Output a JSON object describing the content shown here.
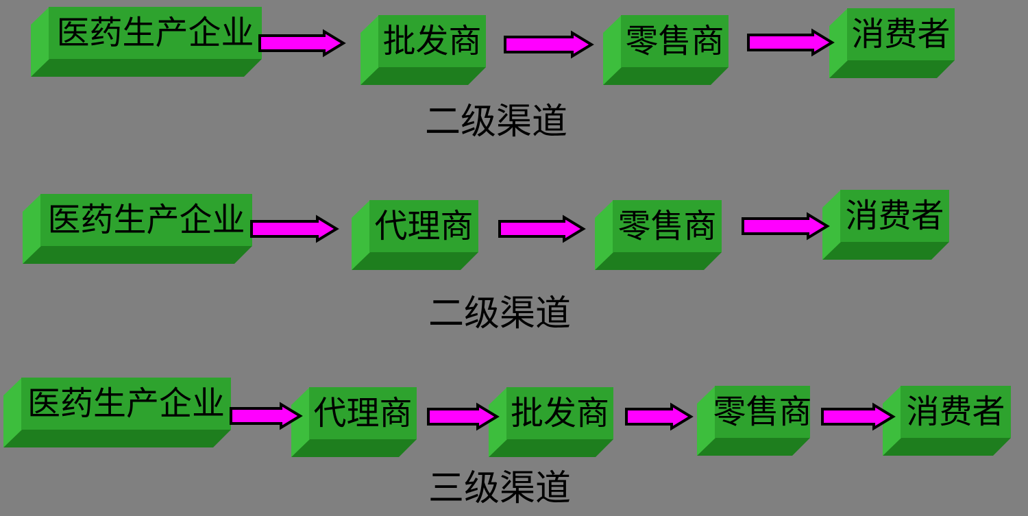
{
  "background_color": "#808080",
  "colors": {
    "box_front": "#2EA32E",
    "box_left": "#3DBE3D",
    "box_bottom": "#1E7E1E",
    "arrow_fill": "#FF00FF",
    "arrow_outline": "#000000",
    "text": "#000000"
  },
  "diagram": {
    "rows": [
      {
        "label": "二级渠道",
        "nodes": [
          "医药生产企业",
          "批发商",
          "零售商",
          "消费者"
        ]
      },
      {
        "label": "二级渠道",
        "nodes": [
          "医药生产企业",
          "代理商",
          "零售商",
          "消费者"
        ]
      },
      {
        "label": "三级渠道",
        "nodes": [
          "医药生产企业",
          "代理商",
          "批发商",
          "零售商",
          "消费者"
        ]
      }
    ]
  }
}
